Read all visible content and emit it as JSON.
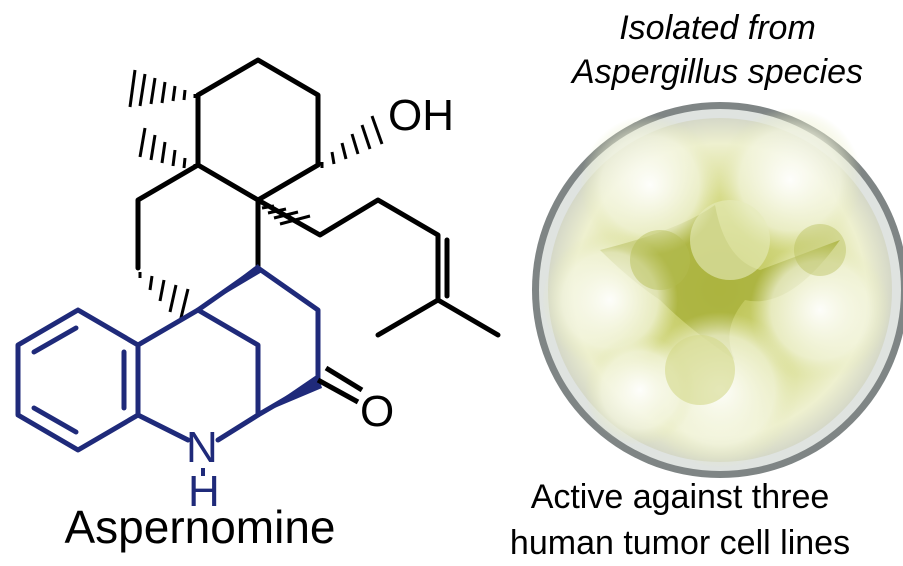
{
  "molecule": {
    "name": "Aspernomine",
    "labels": {
      "hydroxyl": "OH",
      "carbonyl_oxygen": "O",
      "amine_nitrogen": "N",
      "amine_hydrogen": "H"
    },
    "colors": {
      "skeleton": "#000000",
      "quinoline_core": "#1f2a7a"
    }
  },
  "source": {
    "line1": "Isolated from",
    "line2": "Aspergillus species"
  },
  "activity": {
    "line1": "Active against three",
    "line2": "human tumor cell lines"
  },
  "image": {
    "subject": "petri-dish-aspergillus-culture",
    "colors": {
      "mold": "#c8cf6a",
      "dark_mold": "#a9b23d",
      "dish_rim": "#8f9494"
    }
  }
}
